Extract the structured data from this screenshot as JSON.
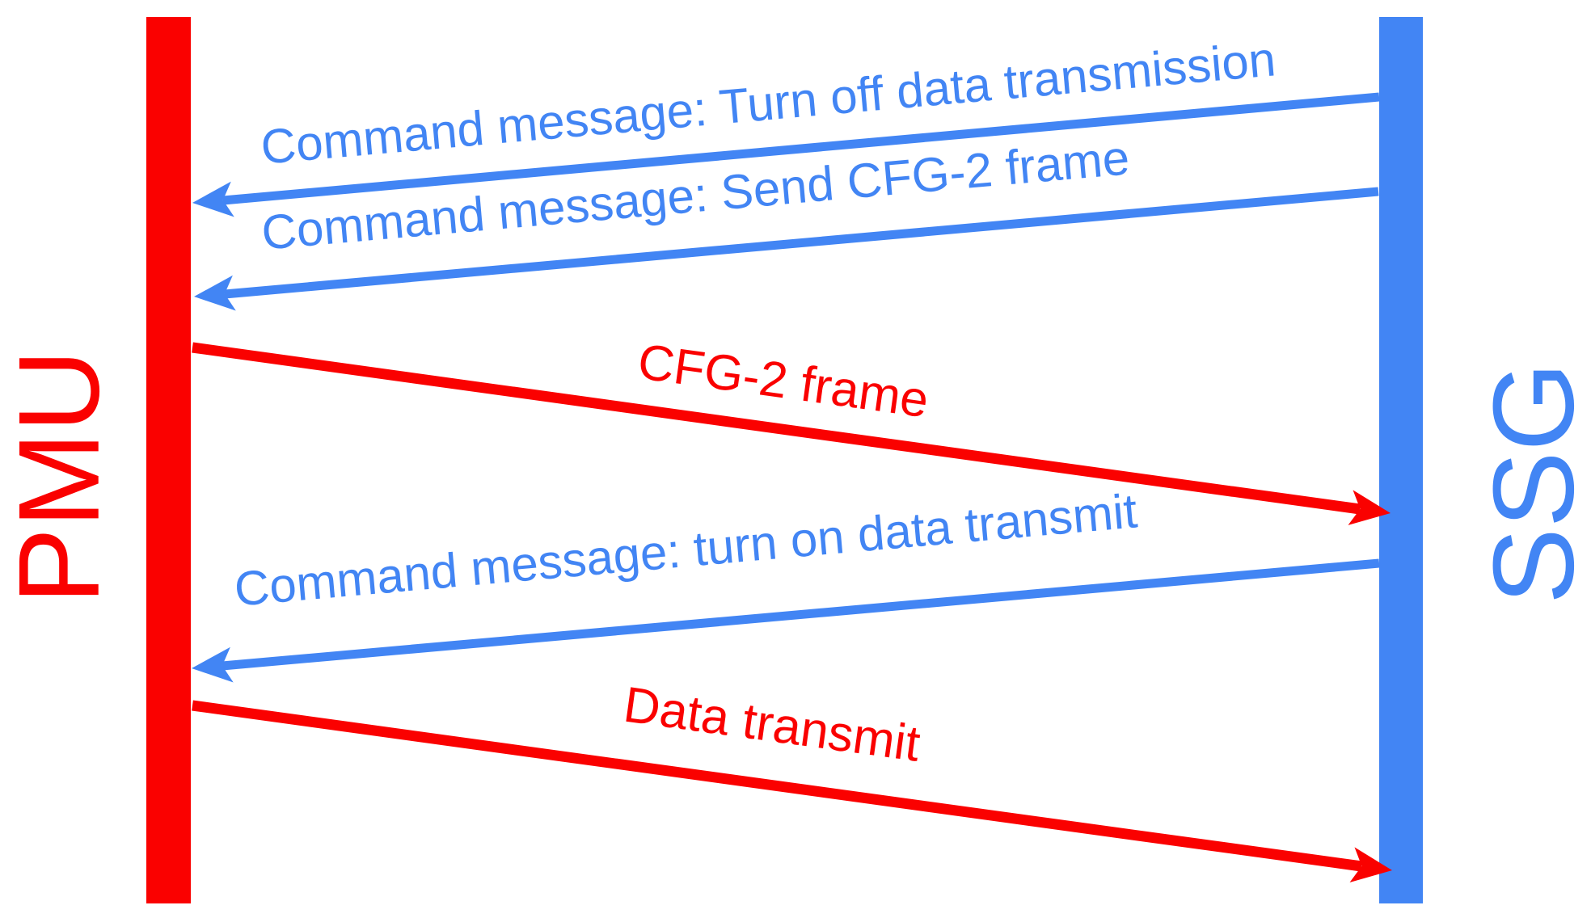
{
  "diagram": {
    "type": "sequence-diagram",
    "background_color": "#ffffff",
    "colors": {
      "pmu_red": "#fa0100",
      "ssg_blue": "#4285f4"
    },
    "actors": [
      {
        "id": "pmu",
        "label": "PMU",
        "color": "#fa0100",
        "side": "left",
        "lifeline": "vertical red bar"
      },
      {
        "id": "ssg",
        "label": "SSG",
        "color": "#4285f4",
        "side": "right",
        "lifeline": "vertical blue bar"
      }
    ],
    "messages": [
      {
        "order": 1,
        "from": "SSG",
        "to": "PMU",
        "color": "#4285f4",
        "label": "Command message: Turn off data transmission"
      },
      {
        "order": 2,
        "from": "SSG",
        "to": "PMU",
        "color": "#4285f4",
        "label": "Command message: Send CFG-2 frame"
      },
      {
        "order": 3,
        "from": "PMU",
        "to": "SSG",
        "color": "#fa0100",
        "label": "CFG-2 frame"
      },
      {
        "order": 4,
        "from": "SSG",
        "to": "PMU",
        "color": "#4285f4",
        "label": "Command message: turn on data transmit"
      },
      {
        "order": 5,
        "from": "PMU",
        "to": "SSG",
        "color": "#fa0100",
        "label": "Data transmit"
      }
    ]
  }
}
